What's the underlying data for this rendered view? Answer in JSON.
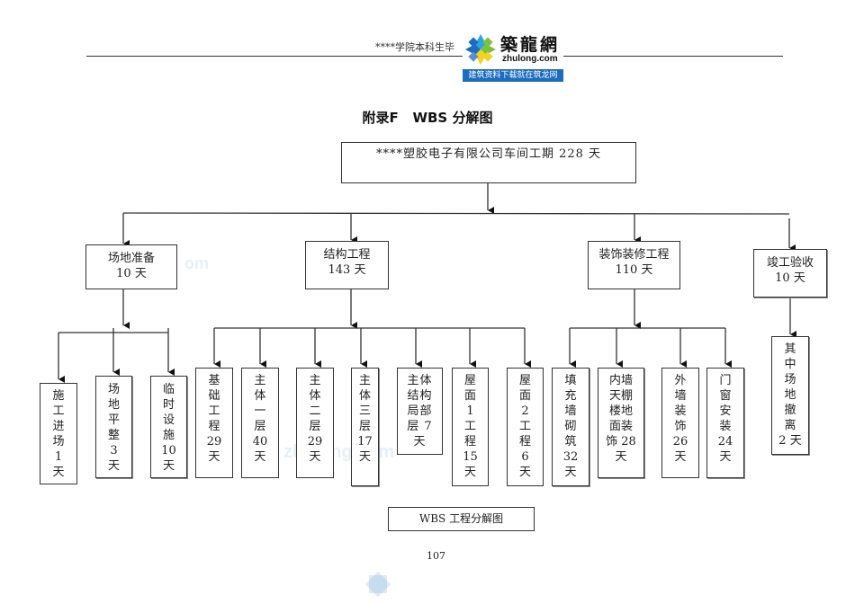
{
  "header": {
    "running_text": "****学院本科生毕",
    "logo": {
      "name_cn": "築龍網",
      "domain": "zhulong.com",
      "slogan": "建筑资料下载就在筑龙网",
      "colors": {
        "blue": "#1c6cc0",
        "green": "#7cc242",
        "yellow": "#f5d21e",
        "cyan": "#29a6dd"
      }
    }
  },
  "title": "附录F   WBS 分解图",
  "wbs": {
    "root": {
      "label": "****塑胶电子有限公司车间工期 228 天"
    },
    "phases": [
      {
        "label": "场地准备\n10 天",
        "tasks": [
          {
            "label": "施\n工\n进\n场\n1\n天"
          },
          {
            "label": "场\n地\n平\n整\n3\n天"
          },
          {
            "label": "临\n时\n设\n施\n10\n天"
          }
        ]
      },
      {
        "label": "结构工程\n143 天",
        "tasks": [
          {
            "label": "基\n础\n工\n程\n29\n天"
          },
          {
            "label": "主\n体\n一\n层\n40\n天"
          },
          {
            "label": "主\n体\n二\n层\n29\n天"
          },
          {
            "label": "主\n体\n三\n层\n17\n天"
          },
          {
            "label": "主体\n结构\n局部\n层 7\n天"
          },
          {
            "label": "屋\n面\n1\n工\n程\n15\n天"
          },
          {
            "label": "屋\n面\n2\n工\n程\n6\n天"
          }
        ]
      },
      {
        "label": "装饰装修工程\n110 天",
        "tasks": [
          {
            "label": "填\n充\n墙\n砌\n筑\n32\n天"
          },
          {
            "label": "内墙\n天棚\n楼地\n面装\n饰 28\n天"
          },
          {
            "label": "外\n墙\n装\n饰\n26\n天"
          },
          {
            "label": "门\n窗\n安\n装\n24\n天"
          }
        ]
      },
      {
        "label": "竣工验收\n10 天",
        "tasks": [
          {
            "label": "其\n中\n场\n地\n撤\n离\n2 天"
          }
        ]
      }
    ]
  },
  "caption": "WBS 工程分解图",
  "page_number": "107",
  "watermarks": {
    "top": "om",
    "middle": "zhulong.com"
  }
}
